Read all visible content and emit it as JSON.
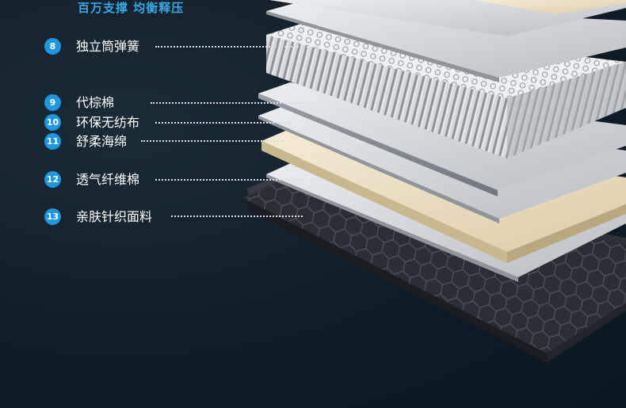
{
  "tagline": "百万支撑 均衡释压",
  "layers": [
    {
      "number": "8",
      "label": "独立筒弹簧"
    },
    {
      "number": "9",
      "label": "代棕棉"
    },
    {
      "number": "10",
      "label": "环保无纺布"
    },
    {
      "number": "11",
      "label": "舒柔海绵"
    },
    {
      "number": "12",
      "label": "透气纤维棉"
    },
    {
      "number": "13",
      "label": "亲肤针织面料"
    }
  ],
  "colors": {
    "background": "#0f1c26",
    "accent": "#1f96e0",
    "tagline": "#3aa7e8",
    "sponge": "#ece0c4",
    "fabric": "#2b2f36"
  }
}
